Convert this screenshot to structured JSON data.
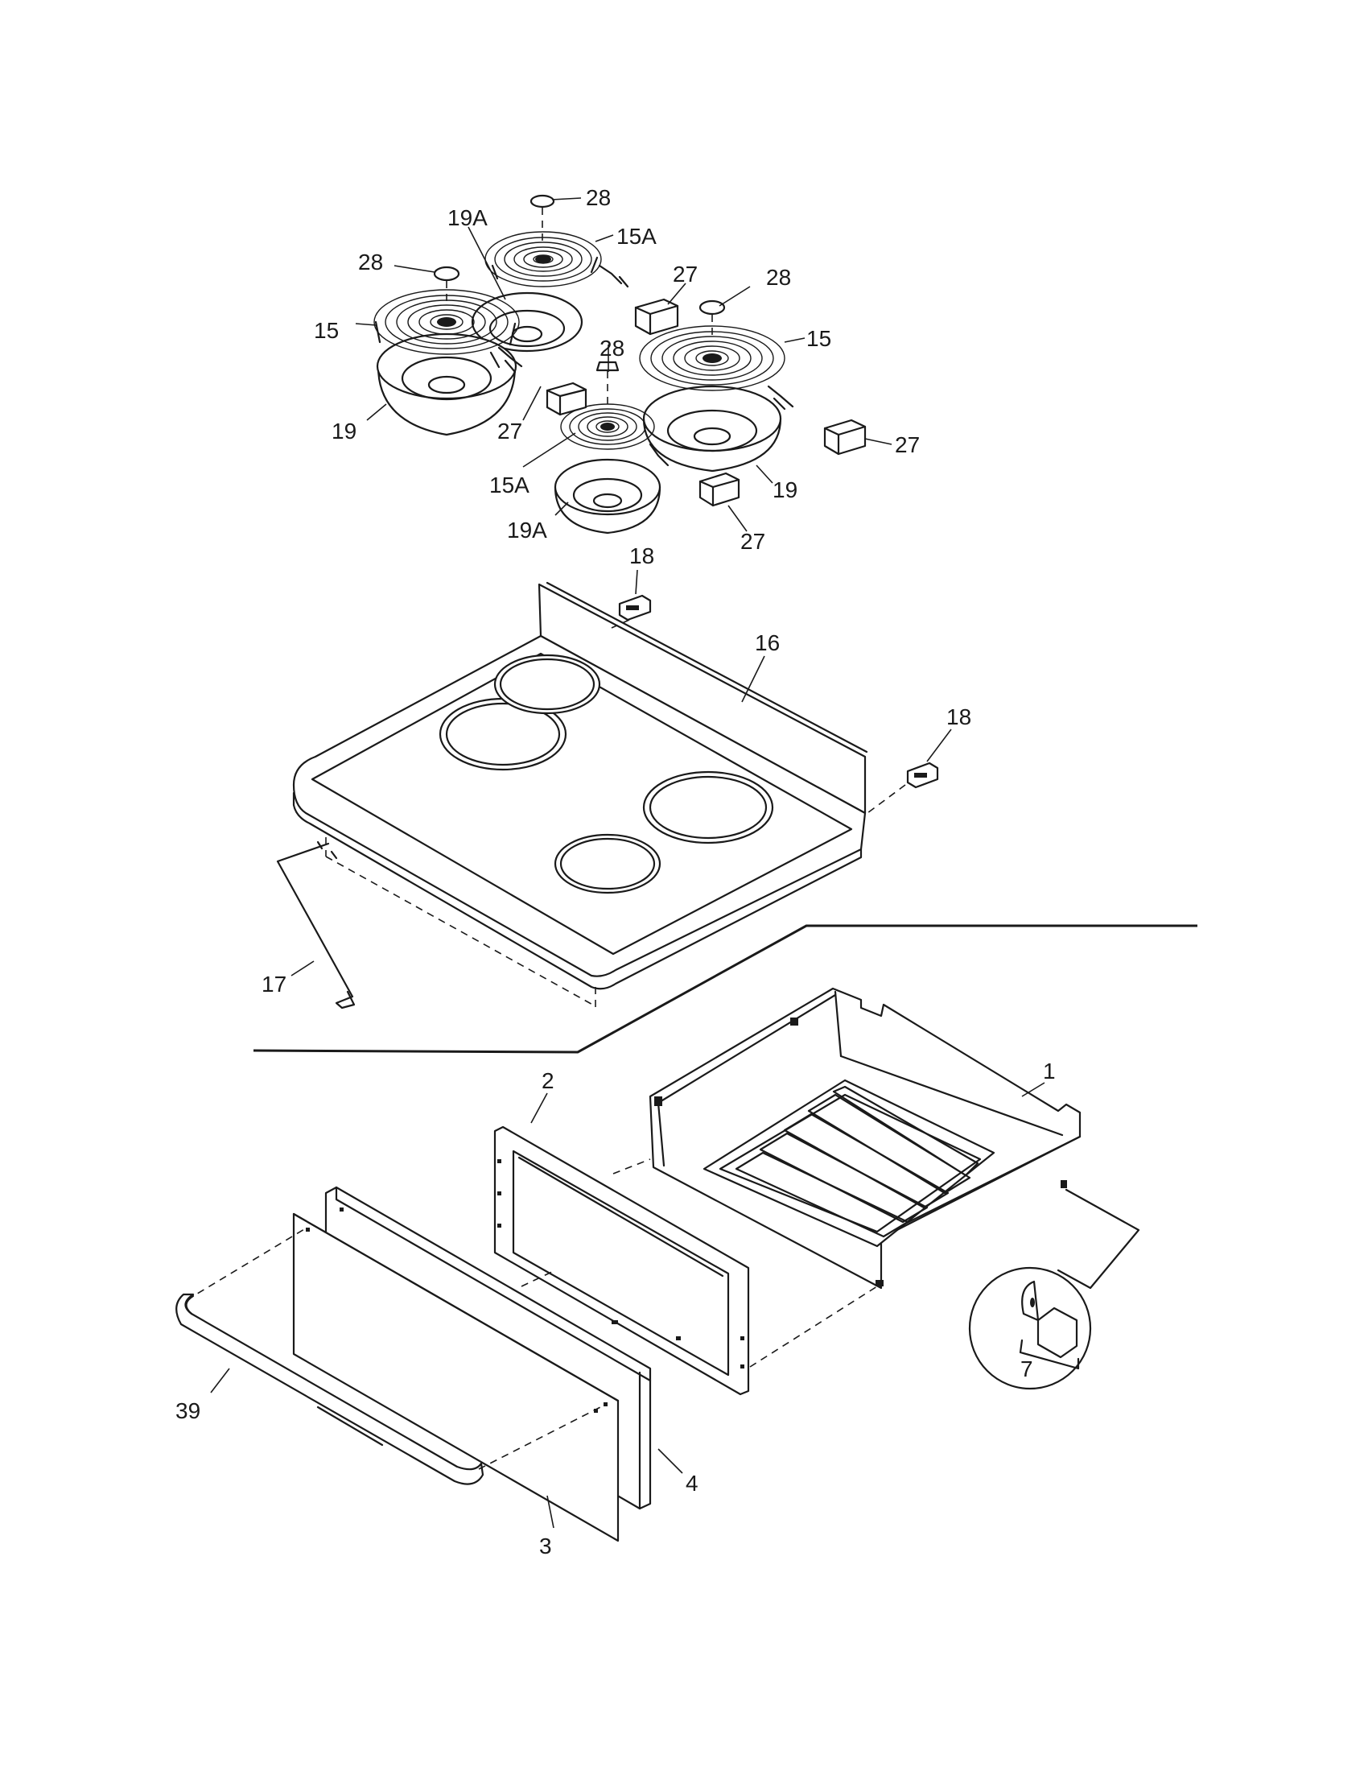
{
  "callouts": [
    {
      "id": "c28a",
      "text": "28"
    },
    {
      "id": "c19A_top",
      "text": "19A"
    },
    {
      "id": "c15A_top",
      "text": "15A"
    },
    {
      "id": "c28b",
      "text": "28"
    },
    {
      "id": "c27a",
      "text": "27"
    },
    {
      "id": "c28c",
      "text": "28"
    },
    {
      "id": "c15_left",
      "text": "15"
    },
    {
      "id": "c28d",
      "text": "28"
    },
    {
      "id": "c15_right",
      "text": "15"
    },
    {
      "id": "c19_left",
      "text": "19"
    },
    {
      "id": "c27b",
      "text": "27"
    },
    {
      "id": "c27c",
      "text": "27"
    },
    {
      "id": "c15A_bottom",
      "text": "15A"
    },
    {
      "id": "c19_right",
      "text": "19"
    },
    {
      "id": "c19A_bottom",
      "text": "19A"
    },
    {
      "id": "c27d",
      "text": "27"
    },
    {
      "id": "c18a",
      "text": "18"
    },
    {
      "id": "c16",
      "text": "16"
    },
    {
      "id": "c18b",
      "text": "18"
    },
    {
      "id": "c17",
      "text": "17"
    },
    {
      "id": "c2",
      "text": "2"
    },
    {
      "id": "c1",
      "text": "1"
    },
    {
      "id": "c7",
      "text": "7"
    },
    {
      "id": "c39",
      "text": "39"
    },
    {
      "id": "c4",
      "text": "4"
    },
    {
      "id": "c3",
      "text": "3"
    }
  ]
}
